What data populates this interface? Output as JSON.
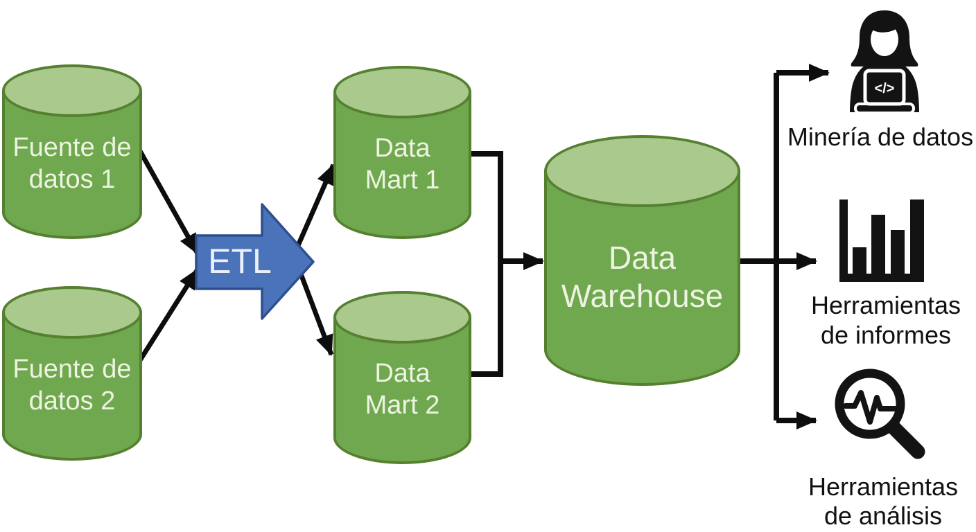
{
  "colors": {
    "background": "#ffffff",
    "cylinder_fill": "#6fa84f",
    "cylinder_top_fill": "#a9c98d",
    "cylinder_border": "#55802f",
    "cylinder_text": "#eef3e2",
    "etl_fill": "#4a73b9",
    "etl_border": "#2d4e8f",
    "etl_text": "#eaf0fa",
    "connector": "#0d0d0d",
    "icon": "#131313",
    "label_text": "#111111"
  },
  "nodes": {
    "source1": {
      "line1": "Fuente de",
      "line2": "datos 1"
    },
    "source2": {
      "line1": "Fuente de",
      "line2": "datos 2"
    },
    "mart1": {
      "line1": "Data",
      "line2": "Mart 1"
    },
    "mart2": {
      "line1": "Data",
      "line2": "Mart 2"
    },
    "warehouse": {
      "line1": "Data",
      "line2": "Warehouse"
    }
  },
  "etl": {
    "label": "ETL"
  },
  "outputs": {
    "mining": {
      "label": "Minería de datos",
      "icon": "data-analyst-icon",
      "laptop_glyph": "</>"
    },
    "reporting": {
      "line1": "Herramientas",
      "line2": "de informes",
      "icon": "bar-chart-icon"
    },
    "analysis": {
      "line1": "Herramientas",
      "line2": "de análisis",
      "icon": "magnifier-pulse-icon"
    }
  }
}
